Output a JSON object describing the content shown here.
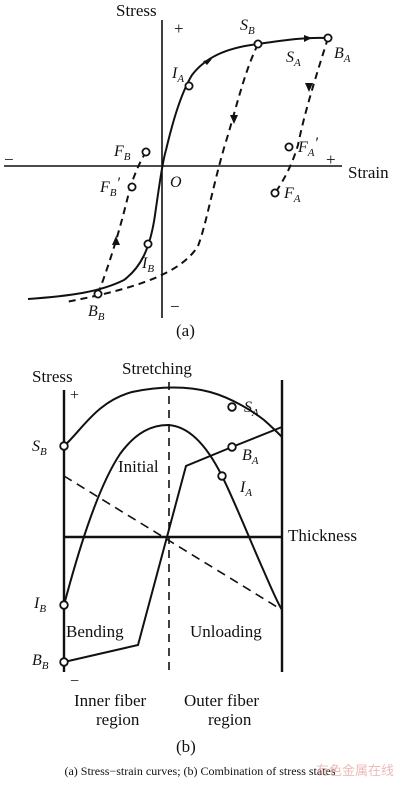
{
  "panel_a": {
    "y_axis_label": "Stress",
    "x_axis_label": "Strain",
    "plus_y": "+",
    "minus_y": "−",
    "plus_x": "+",
    "minus_x": "−",
    "origin": "O",
    "points": {
      "SB": {
        "main": "S",
        "sub": "B",
        "prime": ""
      },
      "SA": {
        "main": "S",
        "sub": "A",
        "prime": ""
      },
      "BA": {
        "main": "B",
        "sub": "A",
        "prime": ""
      },
      "IA": {
        "main": "I",
        "sub": "A",
        "prime": ""
      },
      "FB": {
        "main": "F",
        "sub": "B",
        "prime": ""
      },
      "FBp": {
        "main": "F",
        "sub": "B",
        "prime": "′"
      },
      "FAp": {
        "main": "F",
        "sub": "A",
        "prime": "′"
      },
      "FA": {
        "main": "F",
        "sub": "A",
        "prime": ""
      },
      "IB": {
        "main": "I",
        "sub": "B",
        "prime": ""
      },
      "BB": {
        "main": "B",
        "sub": "B",
        "prime": ""
      }
    },
    "caption": "(a)"
  },
  "panel_b": {
    "stress_label": "Stress",
    "plus": "+",
    "minus": "−",
    "stretching": "Stretching",
    "initial": "Initial",
    "thickness": "Thickness",
    "bending": "Bending",
    "unloading": "Unloading",
    "inner_region_line1": "Inner fiber",
    "inner_region_line2": "region",
    "outer_region_line1": "Outer fiber",
    "outer_region_line2": "region",
    "points": {
      "SA": {
        "main": "S",
        "sub": "A"
      },
      "SB": {
        "main": "S",
        "sub": "B"
      },
      "BA": {
        "main": "B",
        "sub": "A"
      },
      "IA": {
        "main": "I",
        "sub": "A"
      },
      "IB": {
        "main": "I",
        "sub": "B"
      },
      "BB": {
        "main": "B",
        "sub": "B"
      }
    },
    "caption": "(b)"
  },
  "figure_caption": "(a) Stress−strain curves; (b) Combination of stress states",
  "watermark": "有色金属在线"
}
